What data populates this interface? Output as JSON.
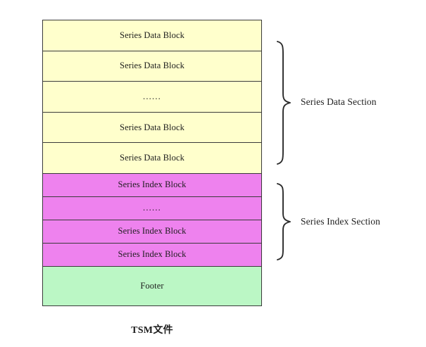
{
  "diagram": {
    "caption": "TSM文件",
    "colors": {
      "data_block_fill": "#ffffcc",
      "index_block_fill": "#ee82ee",
      "footer_fill": "#bbf7c5",
      "stroke": "#3a3a3a",
      "text": "#1d1d1d"
    },
    "blocks": [
      {
        "label": "Series Data Block",
        "kind": "data"
      },
      {
        "label": "Series Data Block",
        "kind": "data"
      },
      {
        "label": "......",
        "kind": "data-ellipsis"
      },
      {
        "label": "Series Data Block",
        "kind": "data"
      },
      {
        "label": "Series Data Block",
        "kind": "data"
      },
      {
        "label": "Series Index Block",
        "kind": "index"
      },
      {
        "label": "......",
        "kind": "index-ellipsis"
      },
      {
        "label": "Series Index Block",
        "kind": "index"
      },
      {
        "label": "Series Index Block",
        "kind": "index"
      },
      {
        "label": "Footer",
        "kind": "footer"
      }
    ],
    "sections": [
      {
        "label": "Series Data Section"
      },
      {
        "label": "Series Index Section"
      }
    ]
  }
}
